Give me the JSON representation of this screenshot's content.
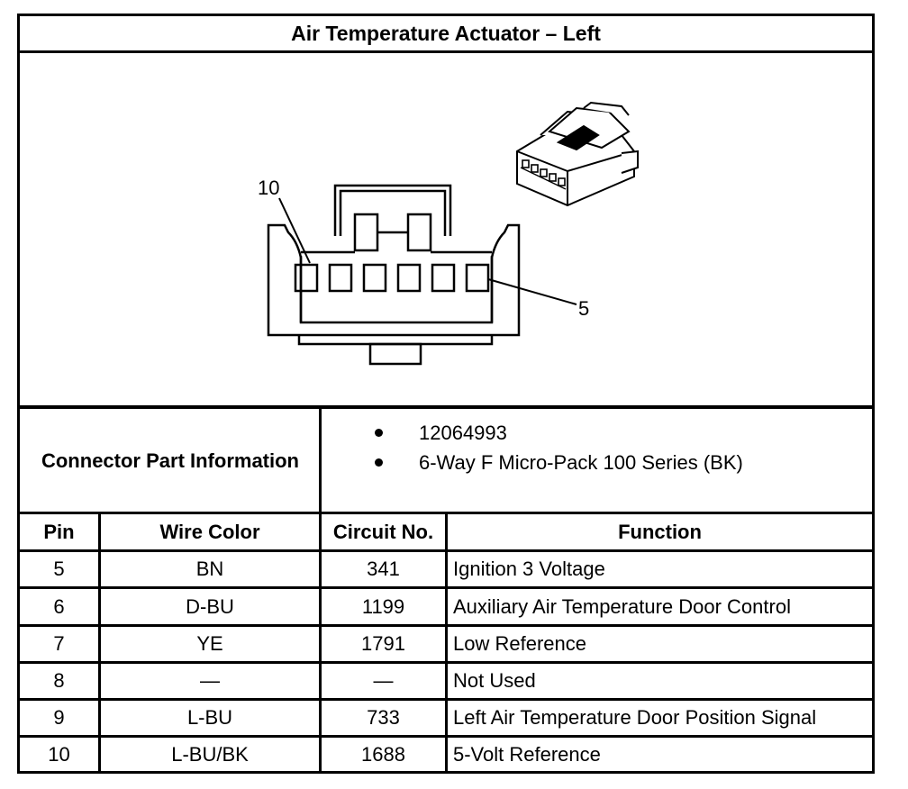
{
  "title": "Air Temperature Actuator – Left",
  "diagram": {
    "callout_left": "10",
    "callout_right": "5"
  },
  "connector_info": {
    "label": "Connector Part Information",
    "items": [
      "12064993",
      "6-Way F Micro-Pack 100 Series (BK)"
    ]
  },
  "table": {
    "headers": [
      "Pin",
      "Wire Color",
      "Circuit No.",
      "Function"
    ],
    "rows": [
      [
        "5",
        "BN",
        "341",
        "Ignition 3 Voltage"
      ],
      [
        "6",
        "D-BU",
        "1199",
        "Auxiliary Air Temperature Door Control"
      ],
      [
        "7",
        "YE",
        "1791",
        "Low Reference"
      ],
      [
        "8",
        "—",
        "—",
        "Not Used"
      ],
      [
        "9",
        "L-BU",
        "733",
        "Left Air Temperature Door Position Signal"
      ],
      [
        "10",
        "L-BU/BK",
        "1688",
        "5-Volt Reference"
      ]
    ]
  }
}
